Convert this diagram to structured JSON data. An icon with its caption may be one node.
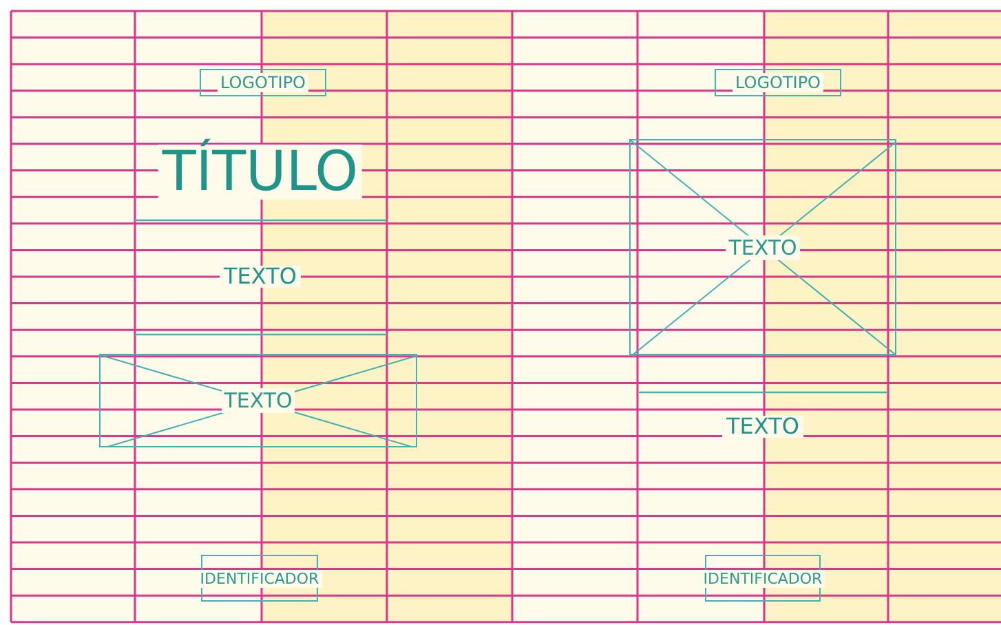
{
  "diagram": {
    "nodes": [
      {
        "text": [
          "LOGOTIPO"
        ]
      },
      {
        "text": [
          "TEXTO"
        ]
      },
      {
        "text": [
          "IDENTIFICADOR"
        ]
      },
      {
        "text": [
          "LOGOTIPO"
        ]
      },
      {
        "text": [
          "TEXTO"
        ]
      },
      {
        "text": [
          "IDENTIFICADOR"
        ]
      }
    ],
    "edges": [],
    "labels": [
      "TÍTULO",
      "TEXTO",
      "TEXTO"
    ]
  }
}
